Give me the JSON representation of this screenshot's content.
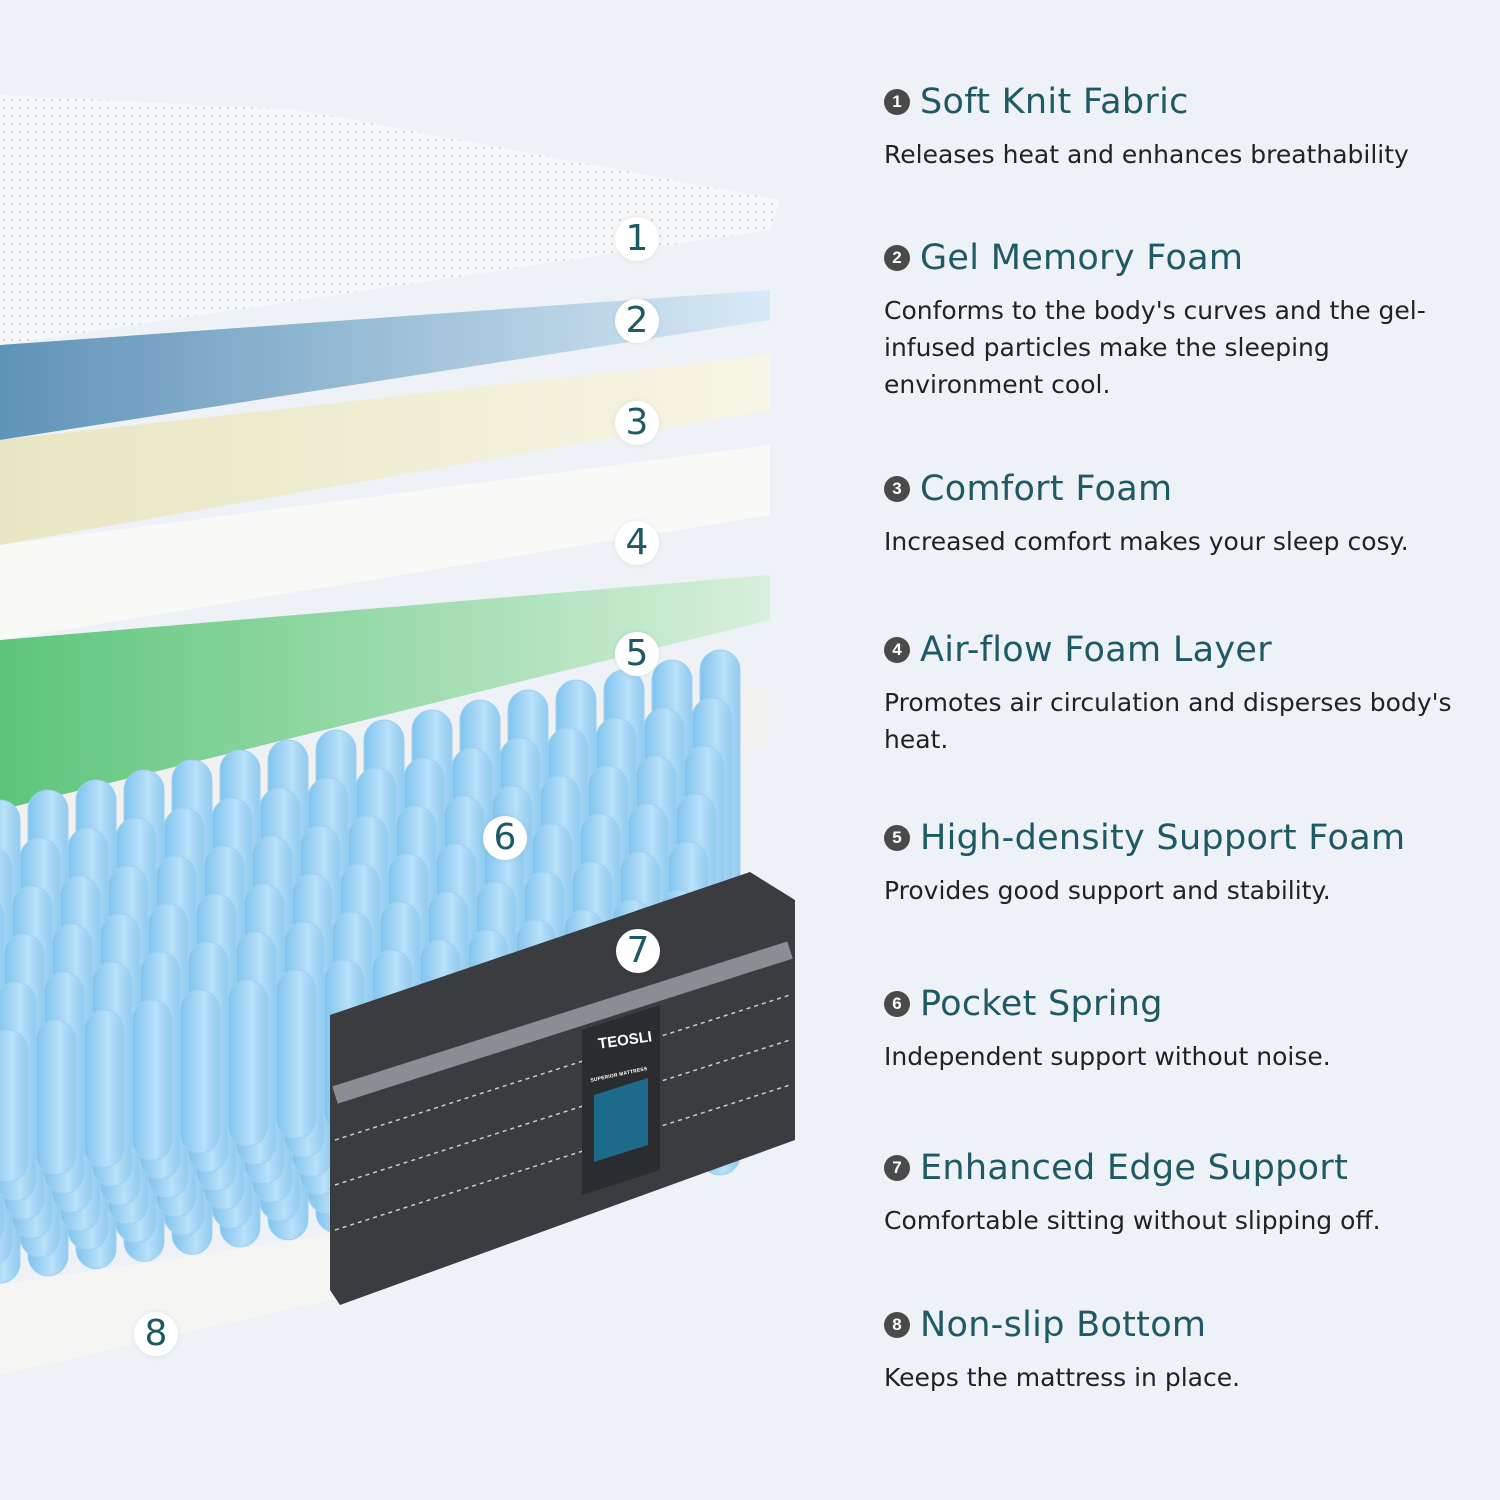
{
  "brand": {
    "logo": "TEOSLI",
    "tag": "SUPERIOR MATTRESS"
  },
  "colors": {
    "title": "#1e5a63",
    "text": "#222222",
    "background": "#eef1f5"
  },
  "markers": [
    "1",
    "2",
    "3",
    "4",
    "5",
    "6",
    "7",
    "8"
  ],
  "features": [
    {
      "num": "1",
      "title": "Soft Knit Fabric",
      "desc": "Releases heat and enhances breathability"
    },
    {
      "num": "2",
      "title": "Gel Memory Foam",
      "desc": "Conforms to the body's curves and  the gel-infused particles make the sleeping environment cool."
    },
    {
      "num": "3",
      "title": "Comfort Foam",
      "desc": "Increased comfort makes your sleep cosy."
    },
    {
      "num": "4",
      "title": "Air-flow Foam Layer",
      "desc": "Promotes air circulation and disperses body's heat."
    },
    {
      "num": "5",
      "title": "High-density Support Foam",
      "desc": "Provides good support and stability."
    },
    {
      "num": "6",
      "title": "Pocket Spring",
      "desc": "Independent support without noise."
    },
    {
      "num": "7",
      "title": "Enhanced Edge Support",
      "desc": "Comfortable sitting without slipping off."
    },
    {
      "num": "8",
      "title": "Non-slip Bottom",
      "desc": "Keeps the mattress in place."
    }
  ]
}
